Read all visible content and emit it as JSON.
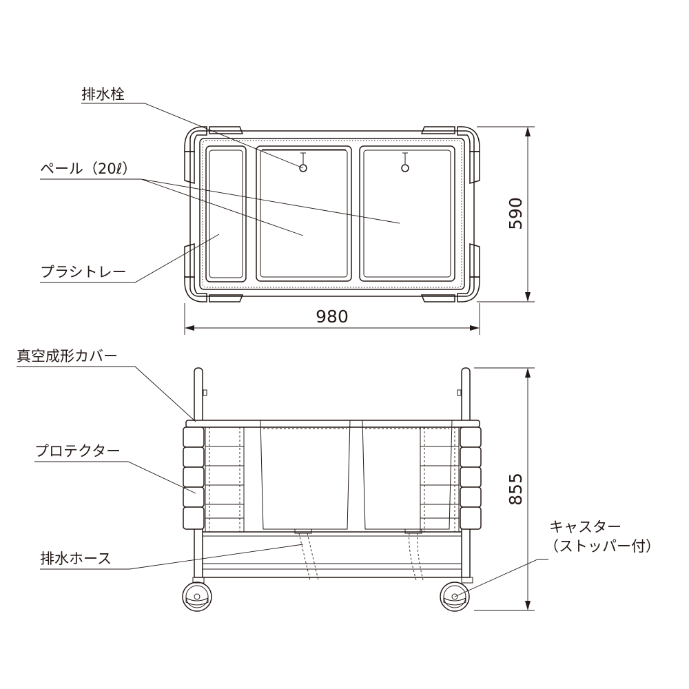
{
  "top_view": {
    "labels": {
      "drain_plug": "排水栓",
      "pail": "ペール（20ℓ）",
      "plastic_tray": "プラシトレー"
    },
    "dimensions": {
      "width": "980",
      "depth": "590"
    }
  },
  "front_view": {
    "labels": {
      "vacuum_cover": "真空成形カバー",
      "protector": "プロテクター",
      "drain_hose": "排水ホース",
      "caster_line1": "キャスター",
      "caster_line2": "（ストッパー付）"
    },
    "dimensions": {
      "height": "855"
    }
  }
}
